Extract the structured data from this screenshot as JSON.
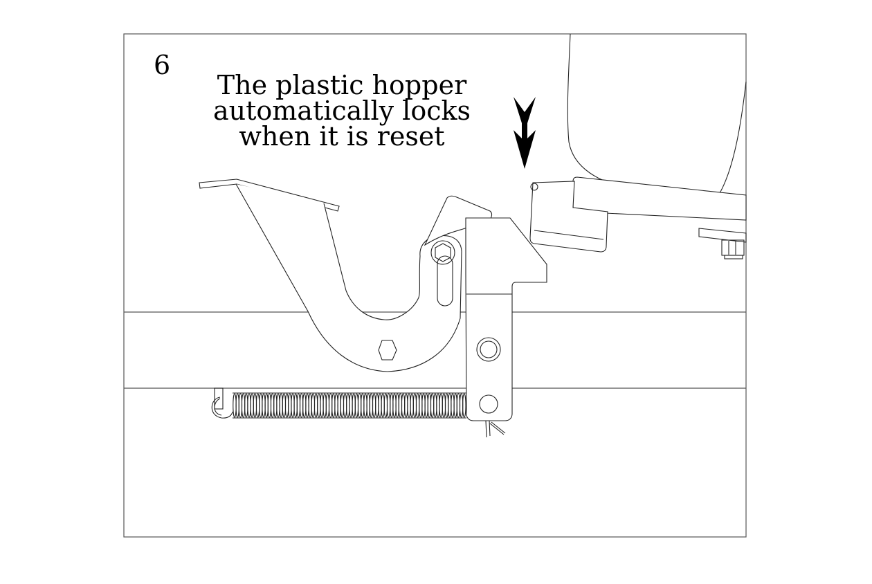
{
  "figure": {
    "step_number": "6",
    "caption_lines": [
      "The plastic hopper",
      "automatically locks",
      "when it is reset"
    ],
    "arrow_direction": "down",
    "line_color": "#222222",
    "background_color": "#ffffff"
  }
}
